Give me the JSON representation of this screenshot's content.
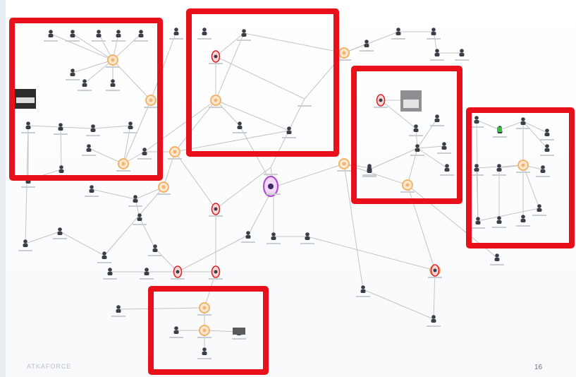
{
  "slide": {
    "footer_logo": "ATKAFORCE",
    "page_number": "16"
  },
  "diagram": {
    "highlight_color": "#e8111b",
    "edge_color": "#c9c2c2",
    "node_orange": "#f2b36b",
    "node_dark": "#3a3f47",
    "node_magenta": "#b04ed0",
    "node_red": "#d9262e",
    "highlight_boxes": [
      "highlight-box-1",
      "highlight-box-2",
      "highlight-box-3",
      "highlight-box-4",
      "highlight-box-5"
    ]
  }
}
